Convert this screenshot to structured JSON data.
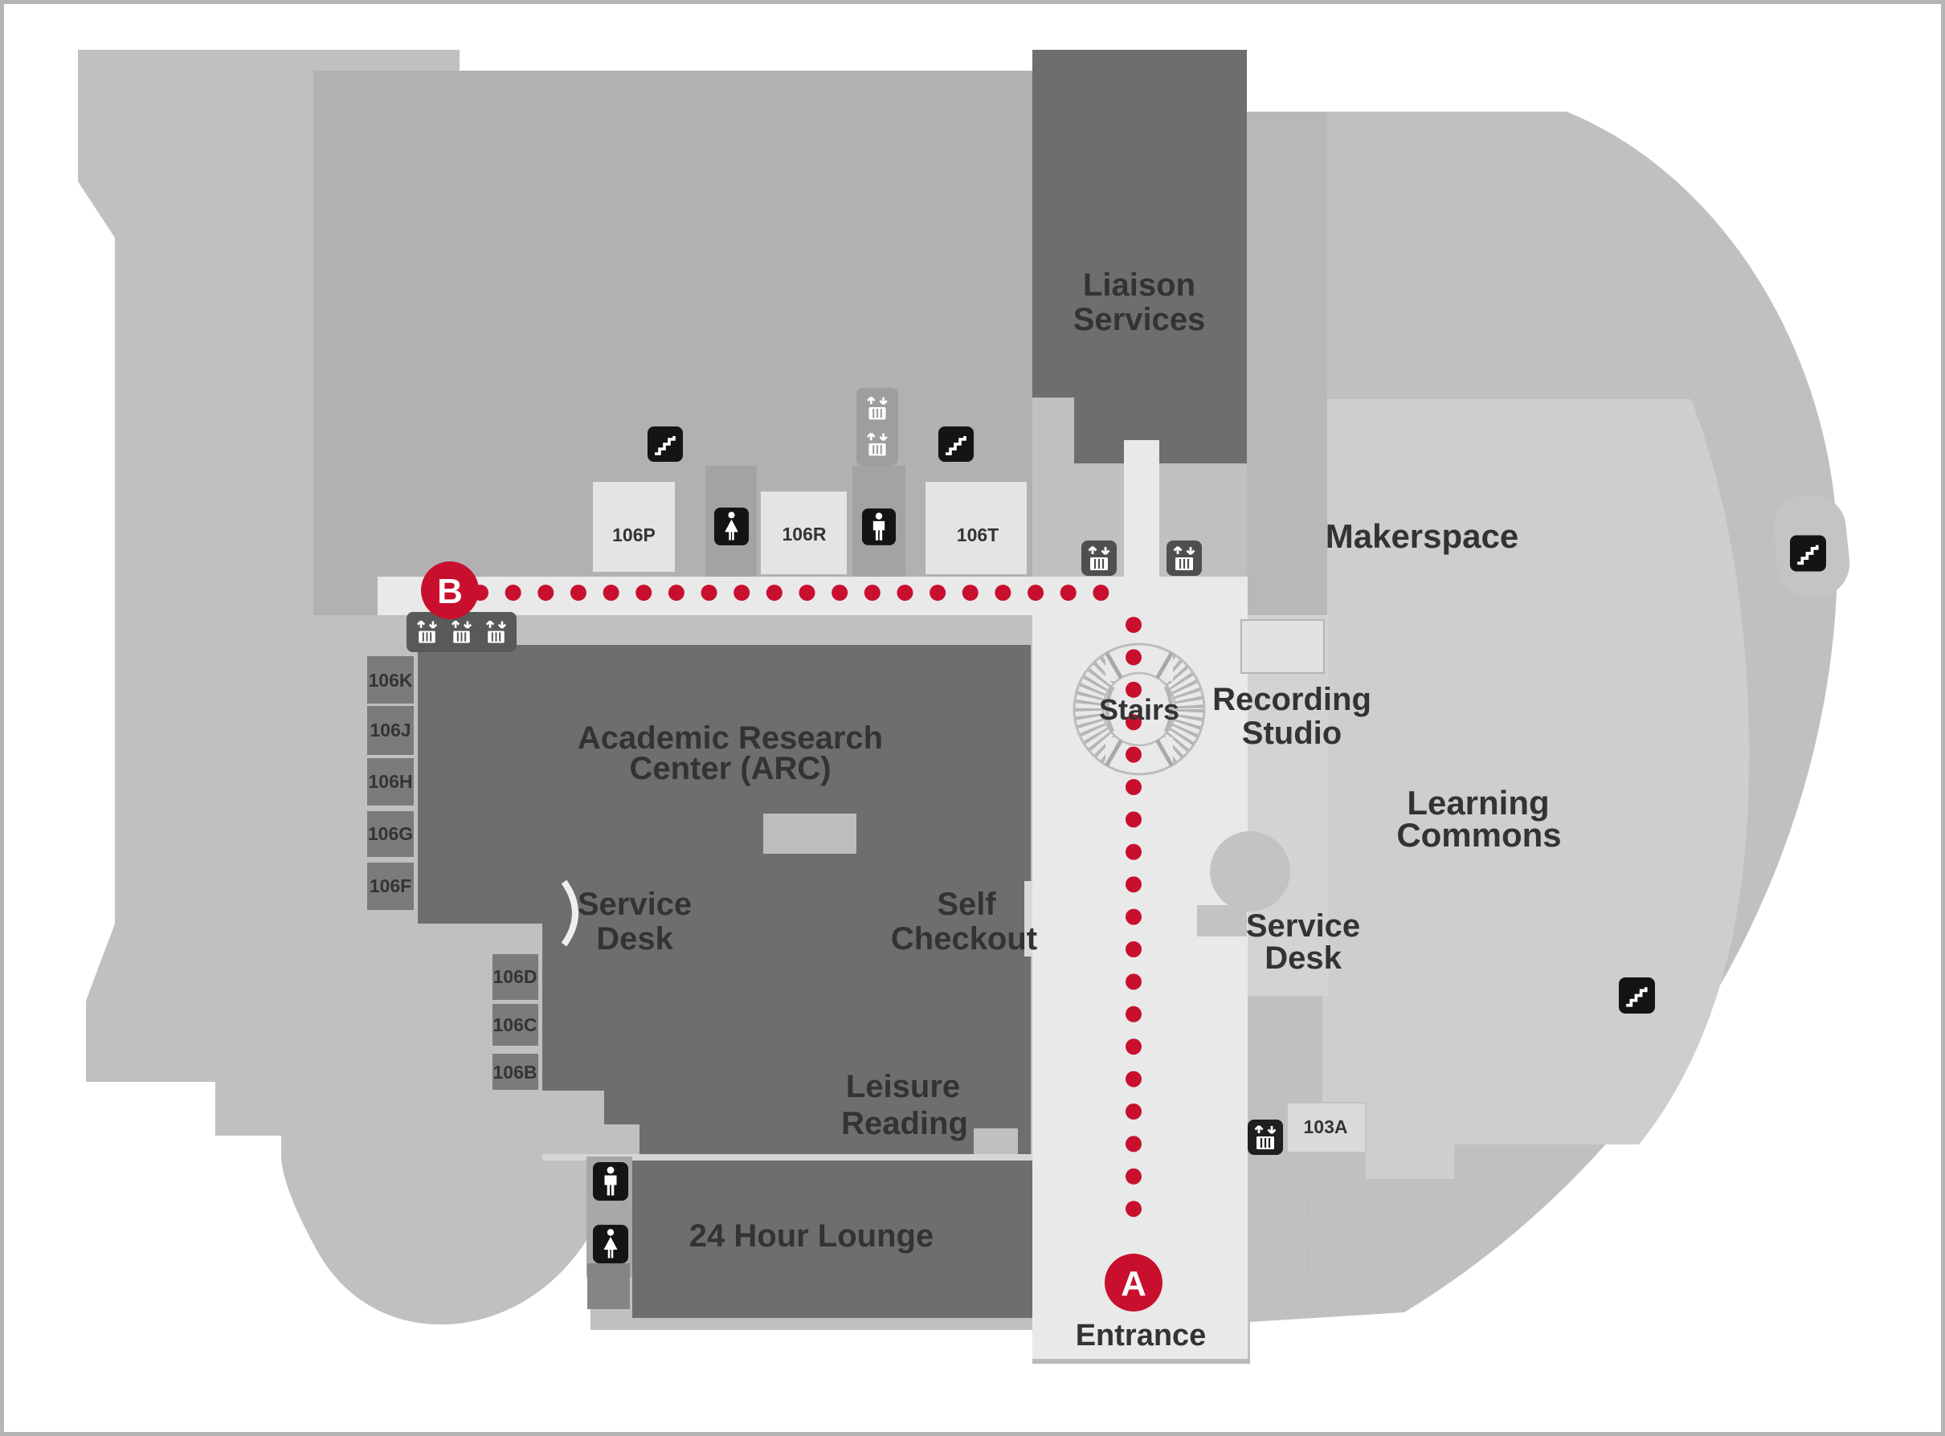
{
  "map": {
    "areas": {
      "liaison": {
        "line1": "Liaison",
        "line2": "Services"
      },
      "makerspace": {
        "label": "Makerspace"
      },
      "recording_studio": {
        "line1": "Recording",
        "line2": "Studio"
      },
      "learning_commons": {
        "line1": "Learning",
        "line2": "Commons"
      },
      "service_desk_right": {
        "line1": "Service",
        "line2": "Desk"
      },
      "arc": {
        "line1": "Academic Research",
        "line2": "Center (ARC)"
      },
      "service_desk_left": {
        "line1": "Service",
        "line2": "Desk"
      },
      "self_checkout": {
        "line1": "Self",
        "line2": "Checkout"
      },
      "leisure_reading": {
        "line1": "Leisure",
        "line2": "Reading"
      },
      "lounge": {
        "label": "24 Hour Lounge"
      },
      "stairs": {
        "label": "Stairs"
      },
      "entrance": {
        "label": "Entrance"
      }
    },
    "rooms": {
      "r106p": "106P",
      "r106r": "106R",
      "r106t": "106T",
      "r106k": "106K",
      "r106j": "106J",
      "r106h": "106H",
      "r106g": "106G",
      "r106f": "106F",
      "r106d": "106D",
      "r106c": "106C",
      "r106b": "106B",
      "r103a": "103A"
    },
    "route": {
      "marker_a": "A",
      "marker_b": "B",
      "accent_red": "#c8102e"
    },
    "icons": {
      "stairs": "stairs-icon",
      "elevator": "elevator-icon",
      "mens_restroom": "man-icon",
      "womens_restroom": "woman-icon"
    }
  }
}
